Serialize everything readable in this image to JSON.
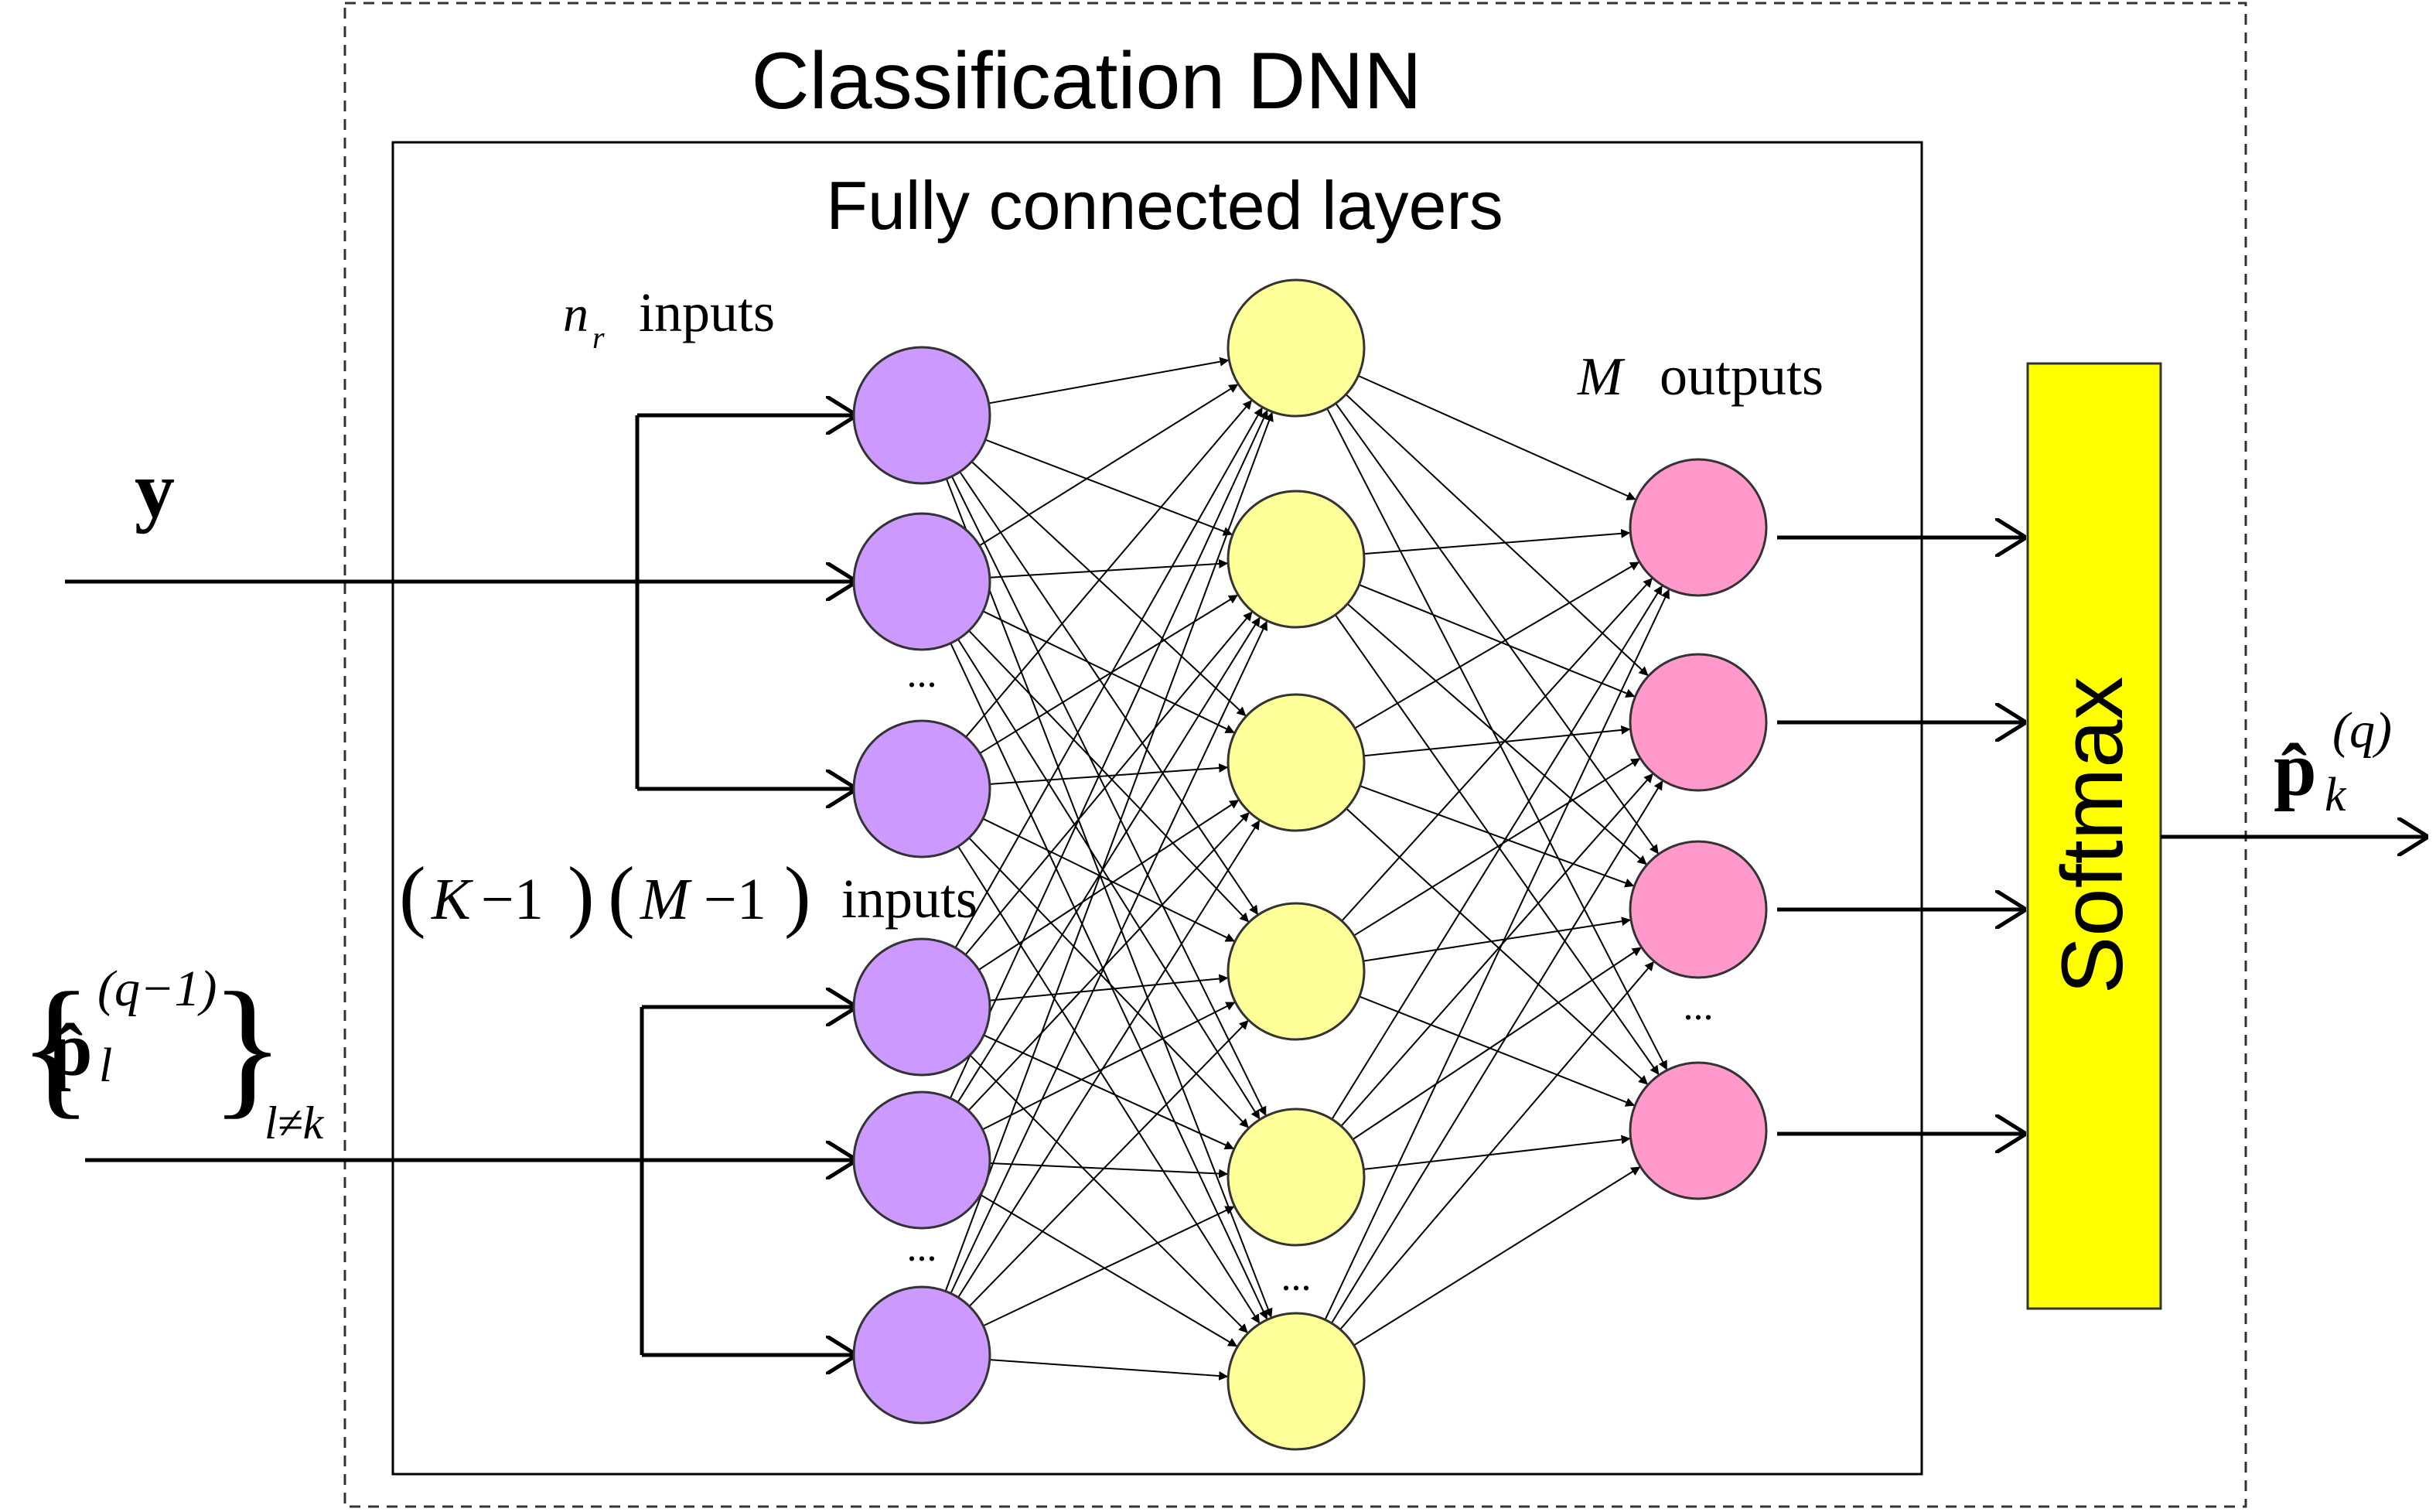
{
  "title": "Classification DNN",
  "subtitle": "Fully connected layers",
  "labels": {
    "nr_var": "n",
    "nr_sub": "r",
    "nr_text": "inputs",
    "km_open1": "(",
    "km_k": "K",
    "km_minus1": "−1",
    "km_close1": ")",
    "km_open2": "(",
    "km_m": "M",
    "km_minus2": "−1",
    "km_close2": ")",
    "km_text": "inputs",
    "m_var": "M",
    "m_text": "outputs",
    "ellipsis": "..."
  },
  "inputs": {
    "y": "y",
    "p_hat": "p̂",
    "p_sub": "l",
    "p_sup": "(q−1)",
    "brace_open": "{",
    "brace_close": "}",
    "set_sub": "l≠k"
  },
  "output": {
    "p_hat": "p̂",
    "p_sub": "k",
    "p_sup": "(q)"
  },
  "softmax_label": "Softmax",
  "layers": [
    {
      "name": "input-layer",
      "nodes": 6,
      "color": "#cc99ff"
    },
    {
      "name": "hidden-layer",
      "nodes": 6,
      "color": "#ffff99"
    },
    {
      "name": "output-layer",
      "nodes": 4,
      "color": "#ff99cc"
    }
  ],
  "colors": {
    "softmax": "#ffff00",
    "line": "#000000"
  }
}
